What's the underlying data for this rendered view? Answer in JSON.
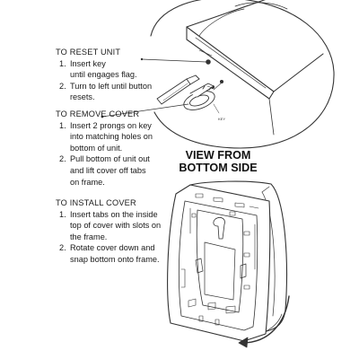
{
  "reset": {
    "heading": "TO RESET UNIT",
    "steps": [
      {
        "num": "1.",
        "text": "Insert key\nuntil engages flag."
      },
      {
        "num": "2.",
        "text": "Turn to left until button\nresets."
      }
    ]
  },
  "remove": {
    "heading": "TO REMOVE COVER",
    "steps": [
      {
        "num": "1.",
        "text": "Insert 2 prongs on key\ninto matching holes on\nbottom of unit."
      },
      {
        "num": "2.",
        "text": "Pull bottom of unit out\nand lift cover off tabs\non frame."
      }
    ]
  },
  "view_label": "VIEW FROM\nBOTTOM SIDE",
  "install": {
    "heading": "TO INSTALL COVER",
    "steps": [
      {
        "num": "1.",
        "text": "Insert tabs on the inside\ntop of cover with slots on\nthe frame."
      },
      {
        "num": "2.",
        "text": "Rotate cover down and\nsnap bottom onto frame."
      }
    ]
  },
  "key_tag": "KEY"
}
